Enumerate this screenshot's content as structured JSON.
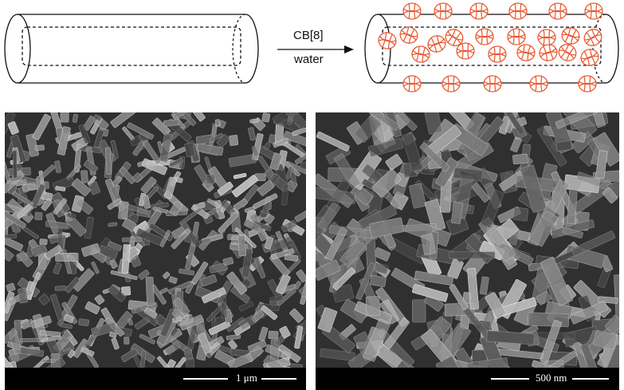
{
  "scheme": {
    "reagent_label": "CB[8]",
    "solvent_label": "water",
    "host_color": "#e8542a"
  },
  "sem_left": {
    "scale_label": "1 μm"
  },
  "sem_right": {
    "scale_label": "500 nm"
  }
}
